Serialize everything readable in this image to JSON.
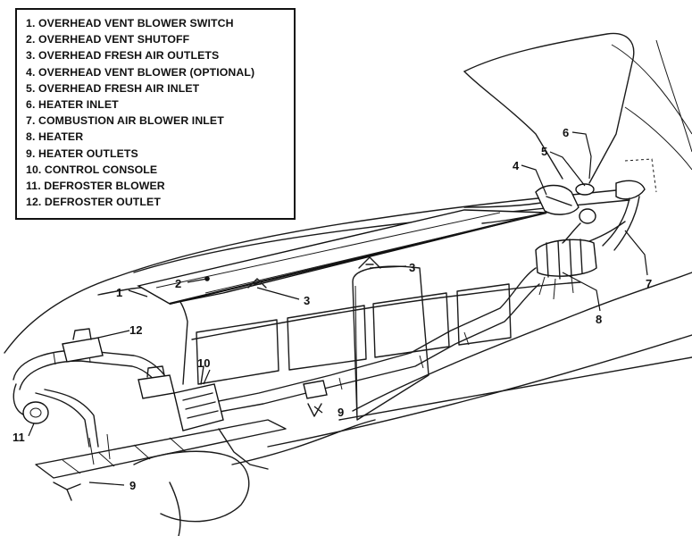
{
  "legend": {
    "items": [
      "1. OVERHEAD VENT BLOWER SWITCH",
      "2. OVERHEAD VENT SHUTOFF",
      "3. OVERHEAD FRESH AIR OUTLETS",
      "4. OVERHEAD VENT BLOWER (OPTIONAL)",
      "5. OVERHEAD FRESH AIR INLET",
      "6. HEATER INLET",
      "7. COMBUSTION AIR BLOWER INLET",
      "8. HEATER",
      "9. HEATER OUTLETS",
      "10. CONTROL CONSOLE",
      "11. DEFROSTER BLOWER",
      "12. DEFROSTER OUTLET"
    ]
  },
  "callouts": {
    "c1": "1",
    "c2": "2",
    "c3a": "3",
    "c3b": "3",
    "c4": "4",
    "c5": "5",
    "c6": "6",
    "c7": "7",
    "c8": "8",
    "c9a": "9",
    "c9b": "9",
    "c10": "10",
    "c11": "11",
    "c12": "12"
  }
}
